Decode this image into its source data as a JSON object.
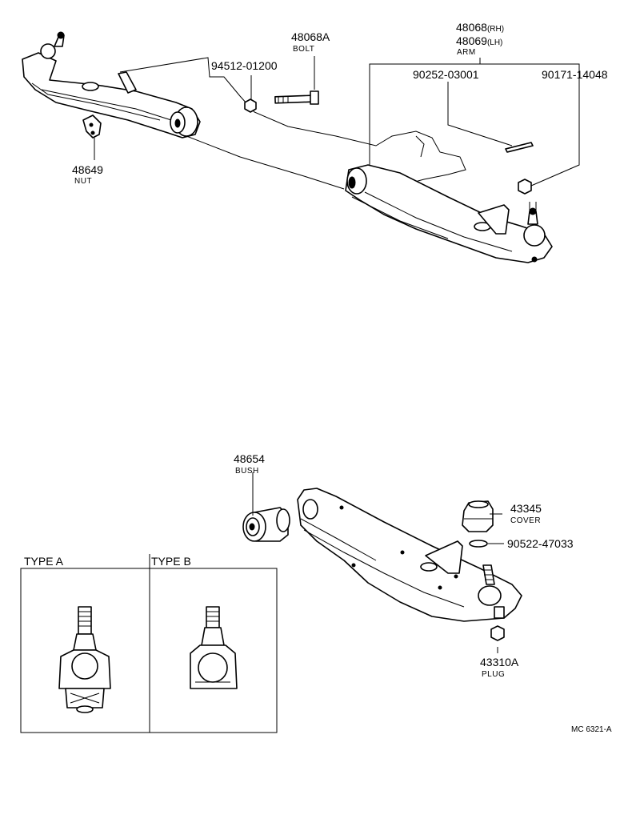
{
  "callouts": {
    "arm_rh": {
      "part_no": "48068",
      "suffix": "(RH)"
    },
    "arm_lh": {
      "part_no": "48069",
      "suffix": "(LH)"
    },
    "arm_name": "ARM",
    "bolt": {
      "part_no": "48068A",
      "name": "BOLT"
    },
    "nut_top": {
      "part_no": "94512-01200"
    },
    "pin": {
      "part_no": "90252-03001"
    },
    "castle_nut": {
      "part_no": "90171-14048"
    },
    "nut": {
      "part_no": "48649",
      "name": "NUT"
    },
    "bush": {
      "part_no": "48654",
      "name": "BUSH"
    },
    "cover": {
      "part_no": "43345",
      "name": "COVER"
    },
    "ring": {
      "part_no": "90522-47033"
    },
    "plug": {
      "part_no": "43310A",
      "name": "PLUG"
    }
  },
  "types": {
    "type_a": "TYPE A",
    "type_b": "TYPE B"
  },
  "diagram_code": "MC 6321-A"
}
